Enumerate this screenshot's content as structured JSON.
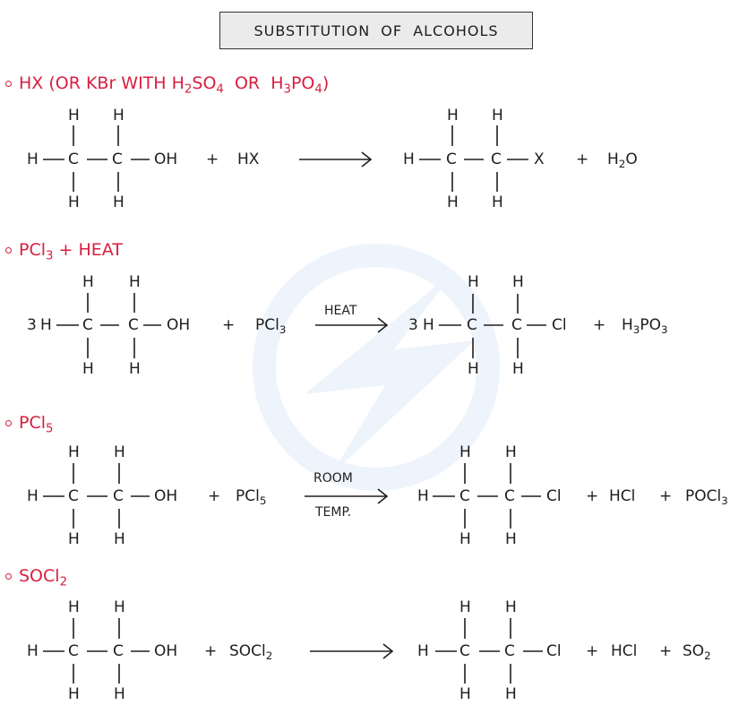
{
  "title": "SUBSTITUTION OF ALCOHOLS",
  "colors": {
    "heading": "#d81e3f",
    "text": "#1e1e1e",
    "title_bg": "#ebebeb",
    "watermark": "#eef4fb"
  },
  "reactions": [
    {
      "heading": {
        "prefix": "HX  (OR  KBr  WITH  H",
        "sub1": "2",
        "mid1": "SO",
        "sub2": "4",
        "mid2": "  OR  H",
        "sub3": "3",
        "mid3": "PO",
        "sub4": "4",
        "suffix": ")"
      },
      "reactant": {
        "coeff": "",
        "left": "H",
        "c": "C",
        "h": "H",
        "group": "OH"
      },
      "reagent": {
        "text": "HX",
        "sub": ""
      },
      "arrow": {
        "above": "",
        "below": ""
      },
      "product": {
        "coeff": "",
        "left": "H",
        "c": "C",
        "h": "H",
        "group": "X"
      },
      "byproducts": [
        {
          "text": "H",
          "sub": "2",
          "tail": "O"
        }
      ],
      "plus": "+"
    },
    {
      "heading": {
        "text": "PCl",
        "sub": "3",
        "suffix": " + HEAT"
      },
      "reactant": {
        "coeff": "3",
        "left": "H",
        "c": "C",
        "h": "H",
        "group": "OH"
      },
      "reagent": {
        "text": "PCl",
        "sub": "3"
      },
      "arrow": {
        "above": "HEAT",
        "below": ""
      },
      "product": {
        "coeff": "3",
        "left": "H",
        "c": "C",
        "h": "H",
        "group": "Cl"
      },
      "byproducts": [
        {
          "text": "H",
          "sub": "3",
          "tail": "PO",
          "sub2": "3"
        }
      ],
      "plus": "+"
    },
    {
      "heading": {
        "text": "PCl",
        "sub": "5",
        "suffix": ""
      },
      "reactant": {
        "coeff": "",
        "left": "H",
        "c": "C",
        "h": "H",
        "group": "OH"
      },
      "reagent": {
        "text": "PCl",
        "sub": "5"
      },
      "arrow": {
        "above": "ROOM",
        "below": "TEMP."
      },
      "product": {
        "coeff": "",
        "left": "H",
        "c": "C",
        "h": "H",
        "group": "Cl"
      },
      "byproducts": [
        {
          "text": "HCl",
          "sub": "",
          "tail": ""
        },
        {
          "text": "POCl",
          "sub": "3",
          "tail": ""
        }
      ],
      "plus": "+"
    },
    {
      "heading": {
        "text": "SOCl",
        "sub": "2",
        "suffix": ""
      },
      "reactant": {
        "coeff": "",
        "left": "H",
        "c": "C",
        "h": "H",
        "group": "OH"
      },
      "reagent": {
        "text": "SOCl",
        "sub": "2"
      },
      "arrow": {
        "above": "",
        "below": ""
      },
      "product": {
        "coeff": "",
        "left": "H",
        "c": "C",
        "h": "H",
        "group": "Cl"
      },
      "byproducts": [
        {
          "text": "HCl",
          "sub": "",
          "tail": ""
        },
        {
          "text": "SO",
          "sub": "2",
          "tail": ""
        }
      ],
      "plus": "+"
    }
  ]
}
